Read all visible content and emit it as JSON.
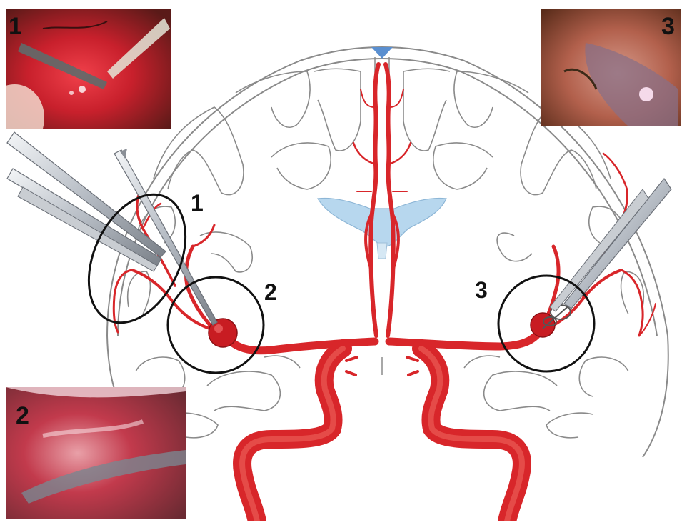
{
  "photo_labels": {
    "photo1": "1",
    "photo2": "2",
    "photo3": "3"
  },
  "callout_labels": {
    "site1": "1",
    "site2": "2",
    "site3": "3"
  },
  "colors": {
    "artery": "#d8262a",
    "artery_dark": "#a51418",
    "ventricle": "#b7d7ee",
    "brain_outline": "#777777",
    "callout_circle": "#111111",
    "photo_tissue": "#cf2b33"
  }
}
